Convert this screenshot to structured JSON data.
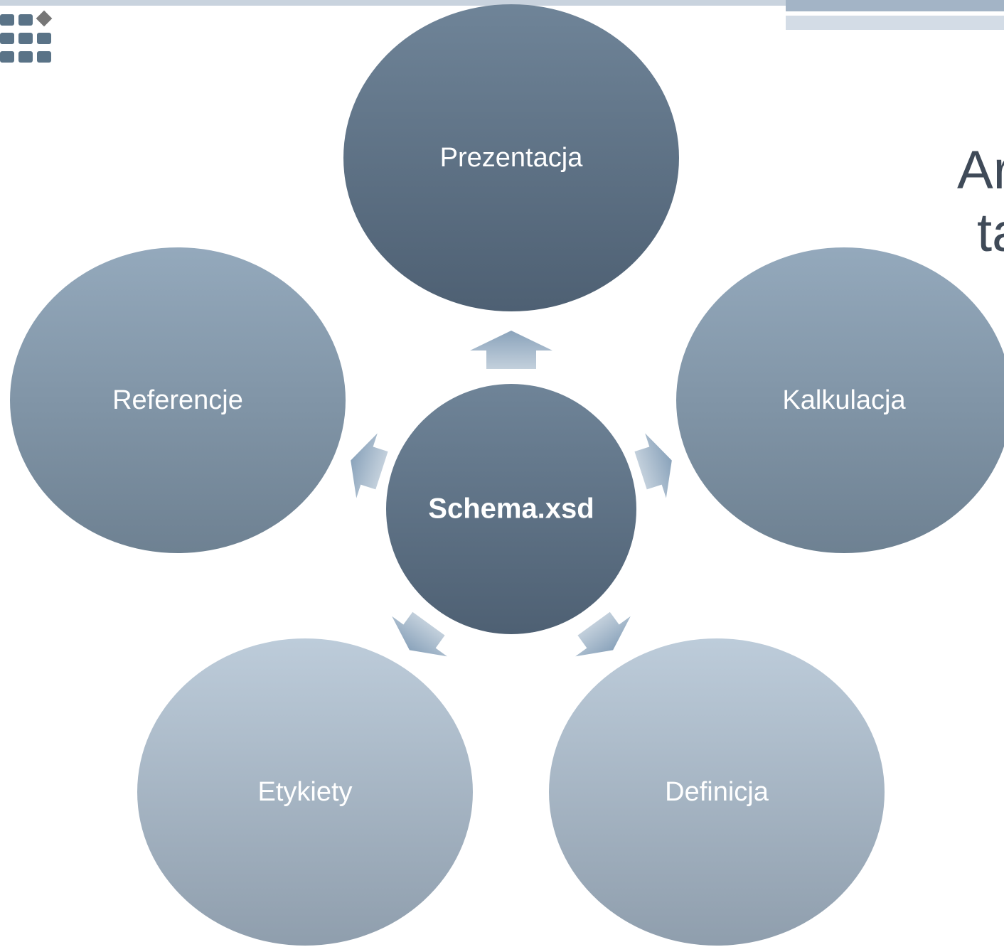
{
  "title": {
    "line1": "Ar",
    "line2": "ta"
  },
  "diagram": {
    "center": {
      "label": "Schema.xsd"
    },
    "nodes": [
      {
        "id": "prezentacja",
        "label": "Prezentacja"
      },
      {
        "id": "kalkulacja",
        "label": "Kalkulacja"
      },
      {
        "id": "definicja",
        "label": "Definicja"
      },
      {
        "id": "etykiety",
        "label": "Etykiety"
      },
      {
        "id": "referencje",
        "label": "Referencje"
      }
    ]
  },
  "colors": {
    "dark_top": "#6f8498",
    "dark_bottom": "#4e6073",
    "mid_top": "#94a9bc",
    "mid_bottom": "#6e8192",
    "light_top": "#bdccda",
    "light_bottom": "#8f9ead",
    "arrow": "#a6b9cc"
  }
}
